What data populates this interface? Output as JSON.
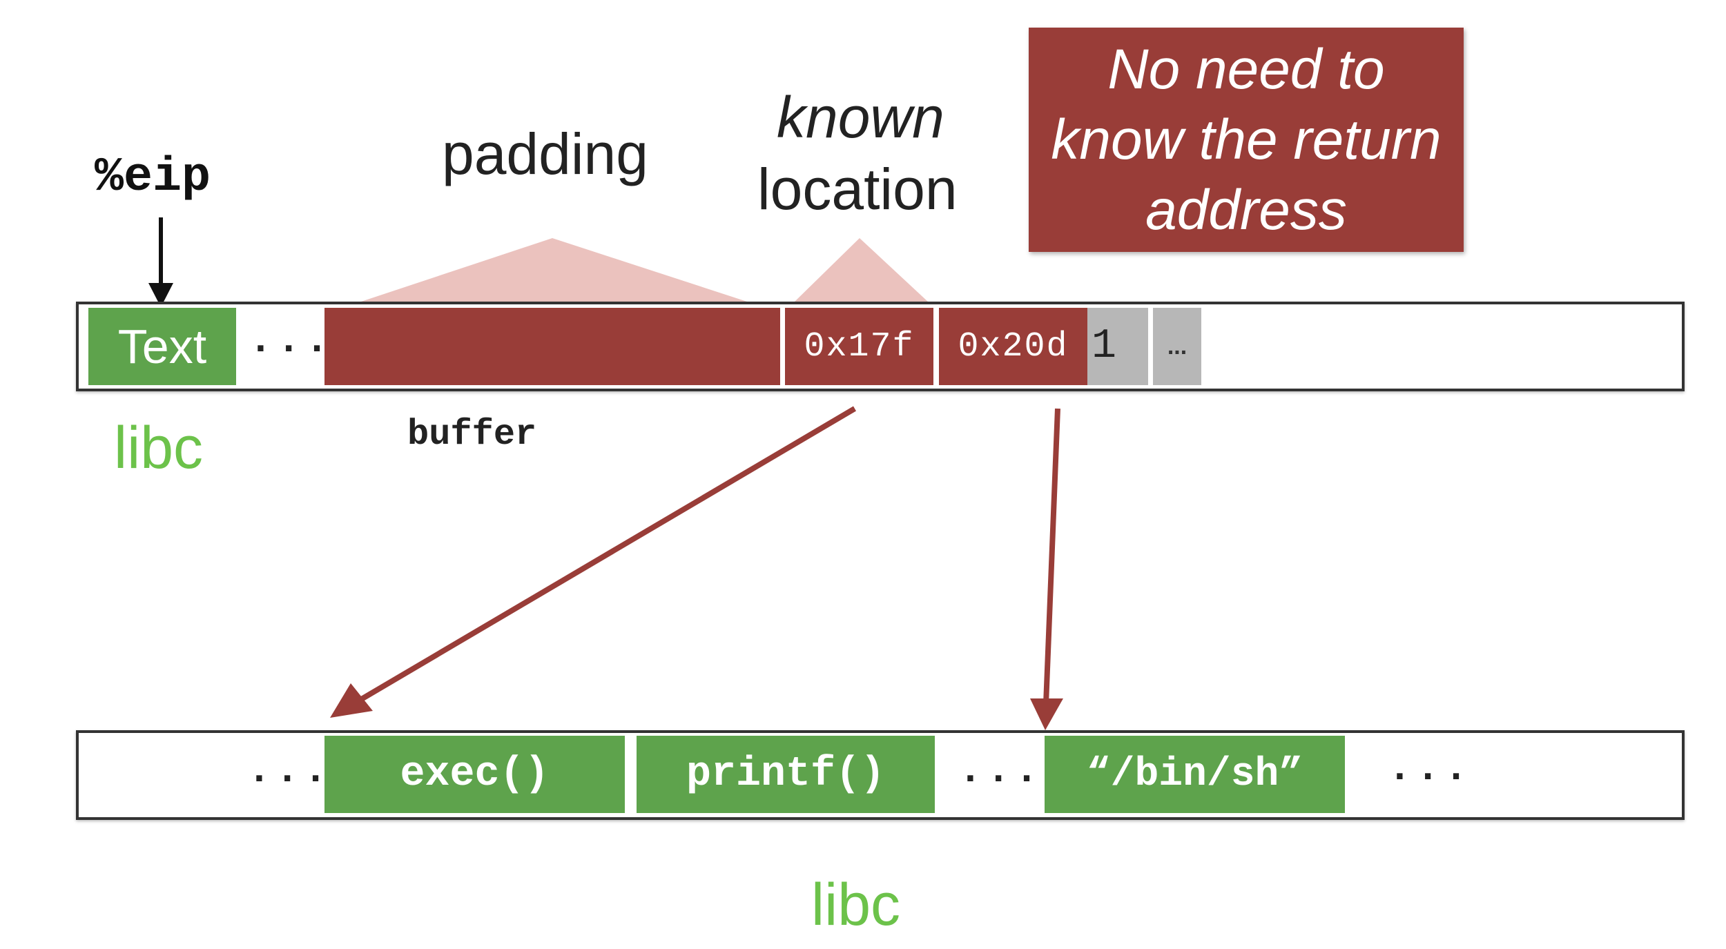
{
  "labels": {
    "eip": "%eip",
    "padding": "padding",
    "known_line1": "known",
    "known_line2": "location",
    "note": [
      "No need to",
      "know the return",
      "address"
    ],
    "libc_top": "libc",
    "buffer": "buffer",
    "libc_bottom": "libc"
  },
  "top_strip": {
    "text_block": "Text",
    "dots": "...",
    "addr1": "0x17f",
    "addr2": "0x20d",
    "one": "1",
    "ellipsis": "..."
  },
  "bottom_strip": {
    "dots1": "...",
    "exec": "exec()",
    "printf": "printf()",
    "dots2": "...",
    "binsh": "“/bin/sh”",
    "dots3": "..."
  },
  "colors": {
    "green": "#5ea34c",
    "red": "#993d38",
    "grey": "#b7b7b7",
    "pink": "#e7b7b3",
    "libc_green": "#6cc24a"
  }
}
